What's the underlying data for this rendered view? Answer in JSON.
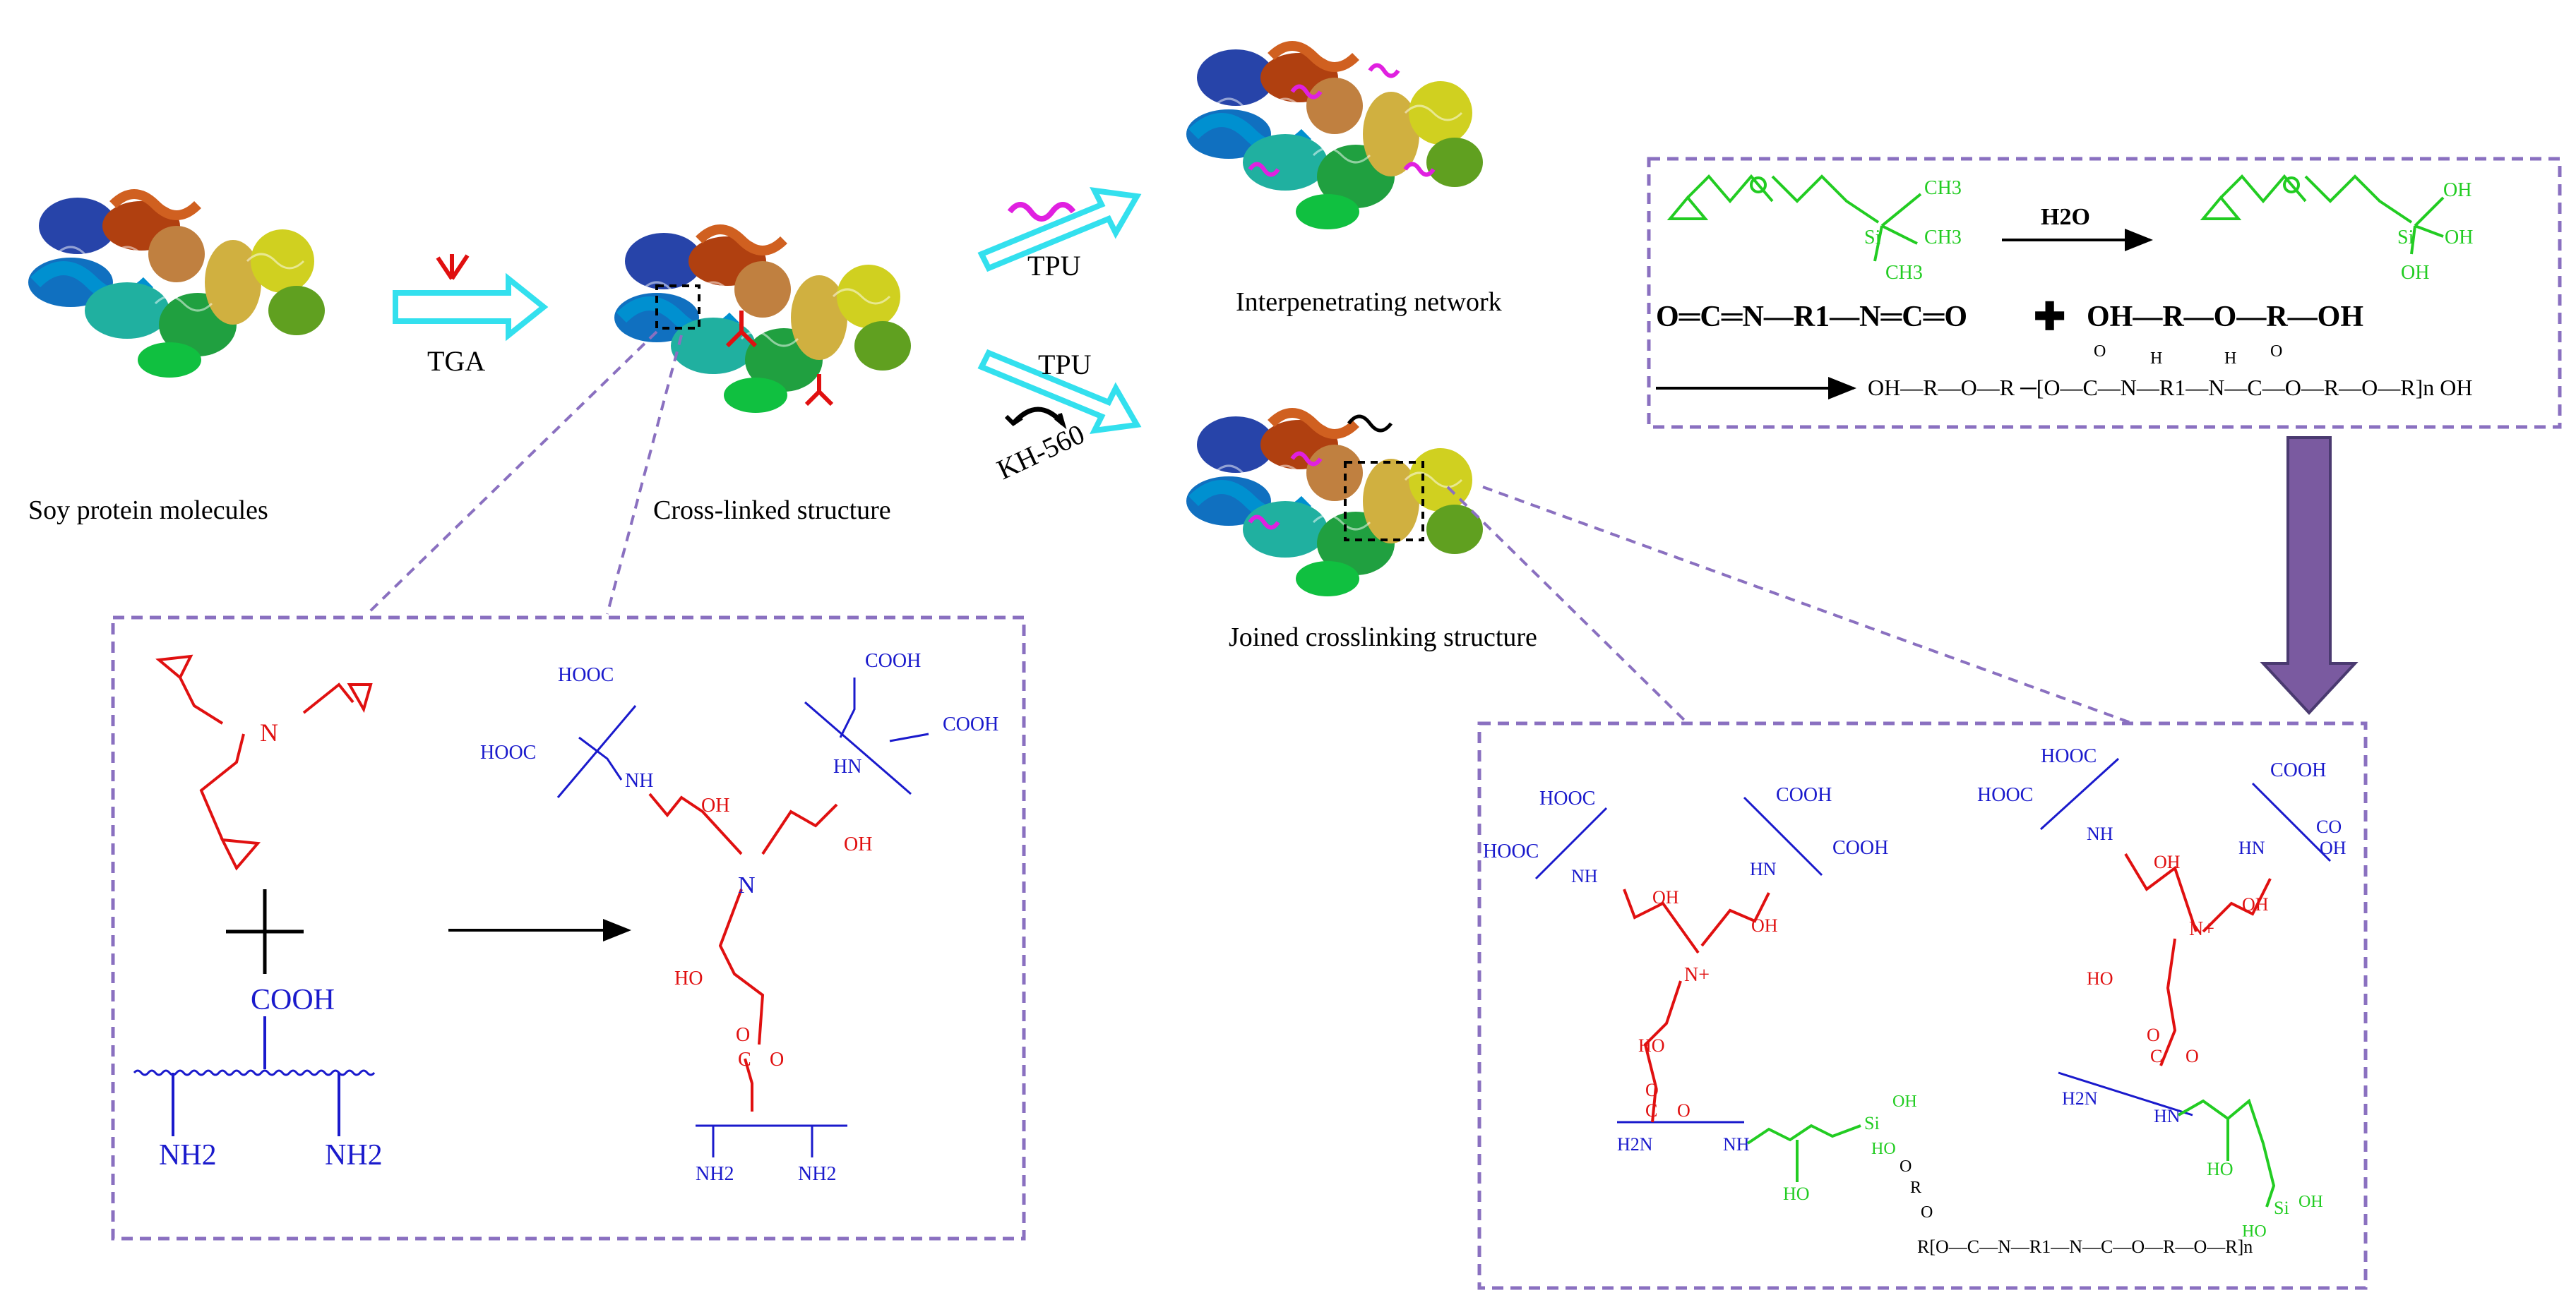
{
  "captions": {
    "soy": "Soy protein molecules",
    "crosslinked": "Cross-linked structure",
    "interpenetrating": "Interpenetrating network",
    "joined": "Joined crosslinking structure"
  },
  "arrows": {
    "tga": "TGA",
    "tpu_top": "TPU",
    "tpu_bottom": "TPU",
    "kh560": "KH-560"
  },
  "reaction_box": {
    "ch3_a": "CH3",
    "ch3_b": "CH3",
    "ch3_c": "CH3",
    "si": "Si",
    "h2o": "H2O",
    "oh_a": "OH",
    "oh_b": "OH",
    "oh_c": "OH",
    "diisocyanate": "O═C═N—R1—N═C═O",
    "plus": "✚",
    "diol": "OH—R—O—R—OH",
    "product": "OH—R—O—R ─[O—C—N—R1—N—C—O—R—O—R]n OH",
    "o_marks": [
      "O",
      "O"
    ],
    "h_marks": [
      "H",
      "H"
    ]
  },
  "left_box": {
    "n": "N",
    "cooh": "COOH",
    "nh2_a": "NH2",
    "nh2_b": "NH2",
    "hooc_a": "HOOC",
    "hooc_b": "HOOC",
    "cooh_a": "COOH",
    "cooh_b": "COOH",
    "nh_a": "NH",
    "nh_b": "HN",
    "oh_a": "OH",
    "oh_b": "OH",
    "oh_c": "HO",
    "o_ester": "O",
    "c_ester": "C",
    "o_dbl": "O",
    "nh2_c": "NH2",
    "nh2_d": "NH2"
  },
  "right_box": {
    "hooc": [
      "HOOC",
      "HOOC",
      "HOOC",
      "HOOC"
    ],
    "cooh": [
      "COOH",
      "COOH",
      "COOH"
    ],
    "co_oh": [
      "CO",
      "OH"
    ],
    "nh": [
      "NH",
      "HN",
      "NH",
      "HN"
    ],
    "oh": [
      "OH",
      "OH",
      "OH",
      "OH",
      "HO",
      "HO",
      "HO",
      "HO"
    ],
    "n_plus": [
      "N+",
      "N+"
    ],
    "ester": [
      "O",
      "C",
      "O"
    ],
    "h2n": [
      "H2N",
      "H2N"
    ],
    "silane": [
      "Si",
      "OH",
      "HO",
      "O",
      "R",
      "O"
    ],
    "si2": [
      "Si",
      "OH",
      "HO"
    ],
    "chain": "R[O—C—N—R1—N—C—O—R—O—R]n"
  },
  "colors": {
    "dash_box": "#8a70c0",
    "arrow_cyan": "#33e0ee",
    "purple_arrow": "#7a5aa0",
    "blue": "#1a1acc",
    "red": "#e01010",
    "green": "#22cc22"
  }
}
